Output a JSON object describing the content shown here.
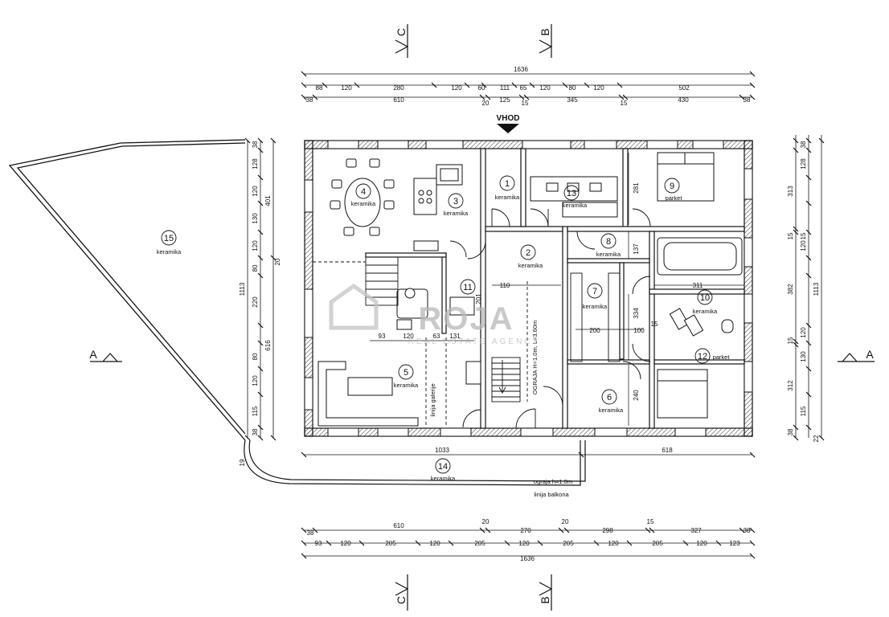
{
  "entrance_label": "VHOD",
  "sections": {
    "top_c": "C",
    "top_b": "B",
    "bottom_c": "C",
    "bottom_b": "B",
    "left_a": "A",
    "right_a": "A"
  },
  "top_dims": {
    "overall": "1636",
    "row1": [
      "88",
      "120",
      "280",
      "120",
      "60",
      "111",
      "65",
      "120",
      "80",
      "120",
      "502"
    ],
    "row2": [
      "38",
      "610",
      "20",
      "125",
      "15",
      "345",
      "15",
      "430",
      "38"
    ]
  },
  "bottom_dims": {
    "row1": [
      "38",
      "610",
      "20",
      "270",
      "20",
      "298",
      "15",
      "327",
      "38"
    ],
    "row2": [
      "93",
      "120",
      "205",
      "120",
      "205",
      "120",
      "205",
      "120",
      "205",
      "120",
      "123"
    ],
    "overall": "1636",
    "terrace_left": "1033",
    "terrace_right": "618"
  },
  "left_dims": {
    "row1": [
      "38",
      "128",
      "120",
      "130",
      "120",
      "80",
      "220",
      "80",
      "120",
      "115",
      "38"
    ],
    "row2": [
      "401",
      "616"
    ],
    "overall": "1113",
    "extra": [
      "20",
      "19"
    ]
  },
  "right_dims": {
    "row1": [
      "38",
      "128",
      "313",
      "15",
      "120",
      "382",
      "120",
      "15",
      "130",
      "312",
      "115",
      "38"
    ],
    "overall": "1113",
    "extra": [
      "15",
      "22"
    ]
  },
  "interior_dims": [
    "110",
    "93",
    "120",
    "63",
    "131",
    "200",
    "100",
    "15",
    "311",
    "334",
    "137",
    "281",
    "240",
    "201",
    "20"
  ],
  "rooms": [
    {
      "num": "1",
      "label": "keramika"
    },
    {
      "num": "2",
      "label": "keramika"
    },
    {
      "num": "3",
      "label": "keramika"
    },
    {
      "num": "4",
      "label": "keramika"
    },
    {
      "num": "5",
      "label": "keramika"
    },
    {
      "num": "6",
      "label": "keramika"
    },
    {
      "num": "7",
      "label": "keramika"
    },
    {
      "num": "8",
      "label": "keramika"
    },
    {
      "num": "9",
      "label": "parket"
    },
    {
      "num": "10",
      "label": "keramika"
    },
    {
      "num": "11",
      "label": ""
    },
    {
      "num": "12",
      "label": "parket"
    },
    {
      "num": "13",
      "label": "keramika"
    },
    {
      "num": "14",
      "label": "keramika"
    },
    {
      "num": "15",
      "label": "keramika"
    }
  ],
  "notes": {
    "ograja_stair": "OGRAJA H=1.0m, L=3.60m",
    "galerija": "linija galerije",
    "ograja_balcony": "ograja h=1.0m",
    "balkona": "linija balkona"
  },
  "watermark": {
    "main": "ROJA",
    "sub": "REAL ESTATE AGENCY"
  }
}
